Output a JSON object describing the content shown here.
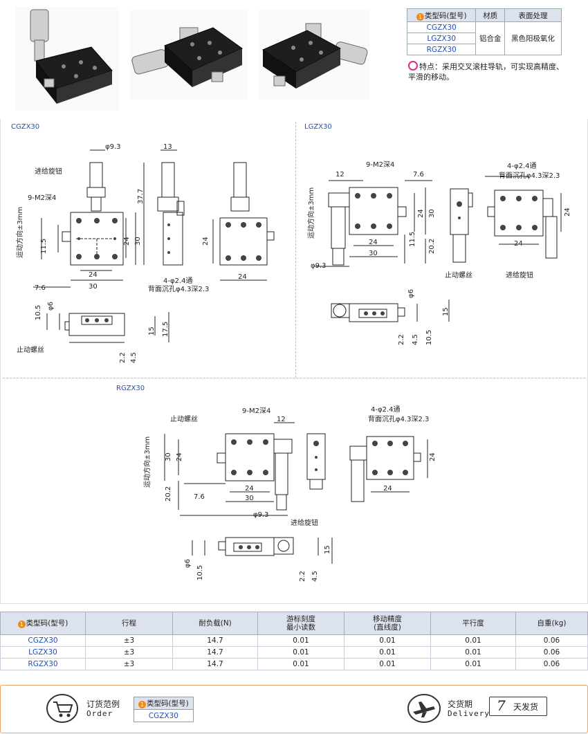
{
  "spec_table": {
    "headers": [
      "类型码(型号)",
      "材质",
      "表面处理"
    ],
    "models": [
      "CGZX30",
      "LGZX30",
      "RGZX30"
    ],
    "material": "铝合金",
    "finish": "黑色阳极氧化",
    "marker": "1"
  },
  "feature": {
    "text": "特点：采用交叉滚柱导轨，可实现高精度、平滑的移动。"
  },
  "sections": {
    "cgzx": "CGZX30",
    "lgzx": "LGZX30",
    "rgzx": "RGZX30"
  },
  "cgzx_drawing": {
    "phi9_3": "φ9.3",
    "d13": "13",
    "feed_knob": "进给旋钮",
    "m2": "9-M2深4",
    "d37_7": "37.7",
    "motion": "运动方向±3mm",
    "d11_5": "11.5",
    "d24a": "24",
    "d30a": "30",
    "d24b": "24",
    "d30b": "30",
    "d7_6": "7.6",
    "d24c": "24",
    "d24d": "24",
    "holes": "4-φ2.4通",
    "counterbore": "背面沉孔φ4.3深2.3",
    "d10_5": "10.5",
    "phi6": "φ6",
    "d15": "15",
    "d17_5": "17.5",
    "stop_screw": "止动螺丝",
    "d2_2": "2.2",
    "d4_5": "4.5"
  },
  "lgzx_drawing": {
    "d12": "12",
    "m2": "9-M2深4",
    "d7_6": "7.6",
    "holes": "4-φ2.4通",
    "counterbore": "背面沉孔φ4.3深2.3",
    "motion": "运动方向±3mm",
    "d24a": "24",
    "d30a": "30",
    "d24b": "24",
    "d24c": "24",
    "d24d": "24",
    "d30b": "30",
    "d11_5": "11.5",
    "d20_2": "20.2",
    "phi9_3": "φ9.3",
    "stop_screw": "止动螺丝",
    "feed_knob": "进给旋钮",
    "phi6": "φ6",
    "d15": "15",
    "d2_2": "2.2",
    "d4_5": "4.5",
    "d10_5": "10.5"
  },
  "rgzx_drawing": {
    "m2": "9-M2深4",
    "stop_screw": "止动螺丝",
    "d12": "12",
    "holes": "4-φ2.4通",
    "counterbore": "背面沉孔φ4.3深2.3",
    "motion": "运动方向±3mm",
    "d30": "30",
    "d24a": "24",
    "d24b": "24",
    "d24c": "24",
    "d20_2": "20.2",
    "d7_6": "7.6",
    "d30b": "30",
    "d24d": "24",
    "phi9_3": "φ9.3",
    "feed_knob": "进给旋钮",
    "d15": "15",
    "phi6": "φ6",
    "d10_5": "10.5",
    "d2_2": "2.2",
    "d4_5": "4.5"
  },
  "main_table": {
    "headers": [
      "类型码(型号)",
      "行程",
      "耐负载(N)",
      "游标刻度\n最小读数",
      "移动精度\n(直线度)",
      "平行度",
      "自重(kg)"
    ],
    "rows": [
      [
        "CGZX30",
        "±3",
        "14.7",
        "0.01",
        "0.01",
        "0.01",
        "0.06"
      ],
      [
        "LGZX30",
        "±3",
        "14.7",
        "0.01",
        "0.01",
        "0.01",
        "0.06"
      ],
      [
        "RGZX30",
        "±3",
        "14.7",
        "0.01",
        "0.01",
        "0.01",
        "0.06"
      ]
    ]
  },
  "order": {
    "title": "订货范例",
    "title_en": "Order",
    "field": "类型码(型号)",
    "value": "CGZX30",
    "delivery": "交货期",
    "delivery_en": "Delivery",
    "days": "7",
    "days_unit": "天发货"
  },
  "colors": {
    "accent": "#f08a1c",
    "header_bg": "#dde3ee",
    "model_blue": "#1f4fb5",
    "order_border": "#f1a36a"
  }
}
